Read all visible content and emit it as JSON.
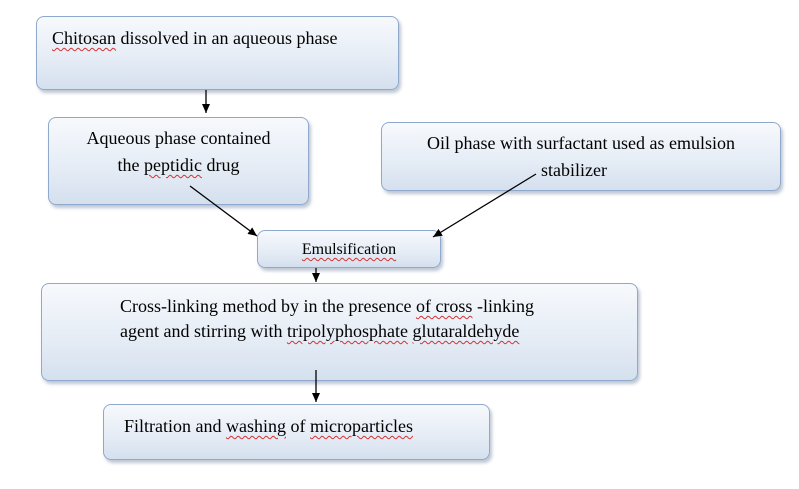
{
  "diagram": {
    "nodes": {
      "chitosan": {
        "label": "Chitosan dissolved in an aqueous phase"
      },
      "aqueous": {
        "line1": "Aqueous phase contained",
        "line2": "the peptidic drug"
      },
      "oil": {
        "line1": "Oil phase with surfactant used as emulsion",
        "line2": "stabilizer"
      },
      "emulsification": {
        "label": "Emulsification"
      },
      "crosslinking": {
        "line1": "Cross-linking method by in the presence of  cross -linking",
        "line2": "agent and stirring with tripolyphosphate  glutaraldehyde"
      },
      "filtration": {
        "label": "Filtration and  washing of microparticles"
      }
    },
    "edges": [
      {
        "from": "chitosan",
        "to": "aqueous"
      },
      {
        "from": "aqueous",
        "to": "emulsification"
      },
      {
        "from": "oil",
        "to": "emulsification"
      },
      {
        "from": "emulsification",
        "to": "crosslinking"
      },
      {
        "from": "crosslinking",
        "to": "filtration"
      }
    ],
    "colors": {
      "box_border": "#8ea9cc",
      "box_fill_top": "#f7f9fc",
      "box_fill_bottom": "#d5e0ee",
      "arrow": "#000000",
      "spellcheck_underline": "#d23232"
    }
  }
}
